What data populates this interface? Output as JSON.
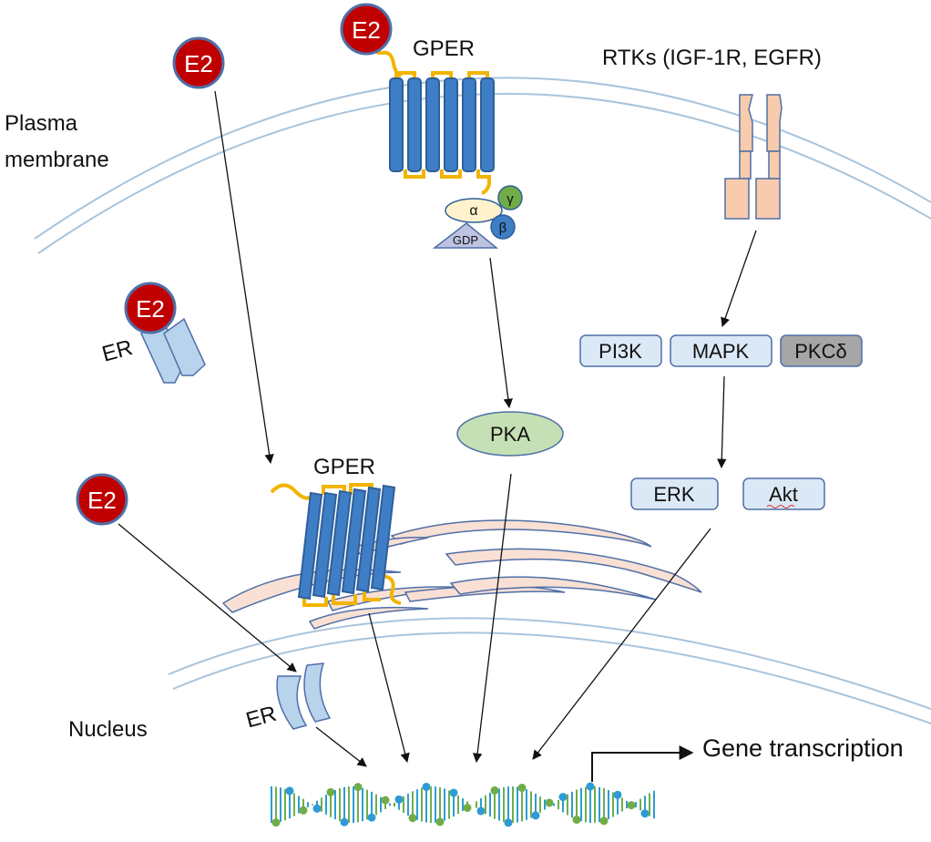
{
  "labels": {
    "plasma_membrane_1": "Plasma",
    "plasma_membrane_2": "membrane",
    "gper_top": "GPER",
    "gper_mid": "GPER",
    "rtks": "RTKs (IGF-1R, EGFR)",
    "er_cyto": "ER",
    "er_nuc": "ER",
    "nucleus": "Nucleus",
    "gene_transcription": "Gene transcription"
  },
  "ligand": "E2",
  "g_protein": {
    "alpha": "α",
    "beta": "β",
    "gamma": "γ",
    "gdp": "GDP"
  },
  "kinases": {
    "pka": "PKA",
    "pi3k": "PI3K",
    "mapk": "MAPK",
    "pkcd": "PKCδ",
    "erk": "ERK",
    "akt": "Akt"
  },
  "colors": {
    "e2_fill": "#c00000",
    "e2_stroke": "#4f6fa8",
    "receptor_blue": "#3e7ec6",
    "receptor_stroke": "#2f5f99",
    "loop_yellow": "#f2b400",
    "membrane_line": "#a9c4dc",
    "er_fill": "#b8d3ec",
    "rtk_fill": "#f8cbad",
    "kinase_box": "#dbe8f5",
    "pkcd_box": "#a6a6a6",
    "pka_fill": "#c5e0b4",
    "er_membrane": "#f9e0d4",
    "dna_green": "#70ad47",
    "dna_blue": "#2e9bd6"
  }
}
